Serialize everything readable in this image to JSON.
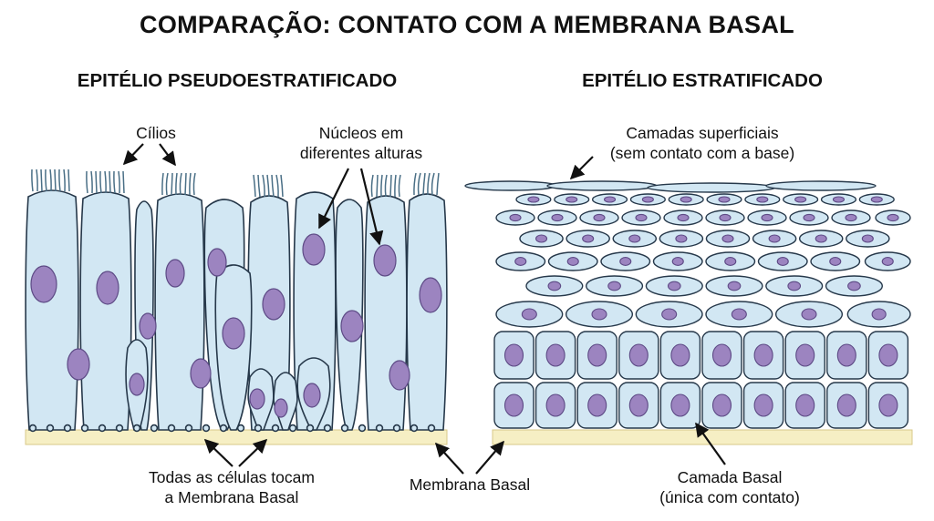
{
  "title": "COMPARAÇÃO: CONTATO COM A MEMBRANA BASAL",
  "left_panel": {
    "heading": "EPITÉLIO PSEUDOESTRATIFICADO",
    "cilia_label": "Cílios",
    "nuclei_label_line1": "Núcleos em",
    "nuclei_label_line2": "diferentes alturas",
    "bottom_label_line1": "Todas as células tocam",
    "bottom_label_line2": "a Membrana Basal"
  },
  "right_panel": {
    "heading": "EPITÉLIO ESTRATIFICADO",
    "surface_label_line1": "Camadas superficiais",
    "surface_label_line2": "(sem contato com a base)",
    "basal_label_line1": "Camada Basal",
    "basal_label_line2": "(única com contato)"
  },
  "shared": {
    "membrane_label": "Membrana Basal"
  },
  "colors": {
    "cell_fill": "#d2e7f3",
    "nucleus_fill": "#9c84c0",
    "membrane_fill": "#f6efc4",
    "outline": "#26384a"
  }
}
